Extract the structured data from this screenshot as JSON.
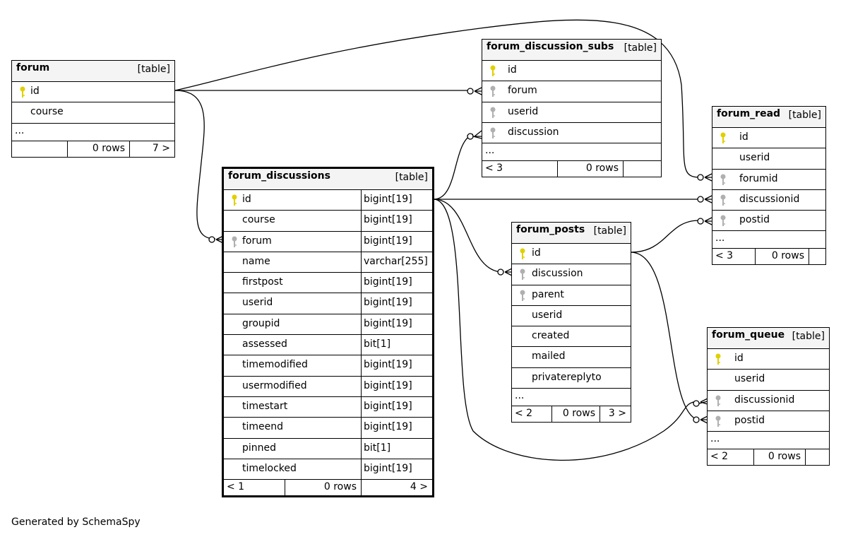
{
  "footer": "Generated by SchemaSpy",
  "colors": {
    "pk_key": "#e0d000",
    "fk_key": "#b0b0b0",
    "header_bg": "#f4f4f4"
  },
  "tables": {
    "forum": {
      "name": "forum",
      "type": "[table]",
      "columns": [
        {
          "name": "id",
          "key": "pk"
        },
        {
          "name": "course",
          "key": ""
        }
      ],
      "ellipsis": "...",
      "foot": {
        "left": "",
        "mid": "0 rows",
        "right": "7 >"
      }
    },
    "forum_discussion_subs": {
      "name": "forum_discussion_subs",
      "type": "[table]",
      "columns": [
        {
          "name": "id",
          "key": "pk"
        },
        {
          "name": "forum",
          "key": "fk"
        },
        {
          "name": "userid",
          "key": "fk"
        },
        {
          "name": "discussion",
          "key": "fk"
        }
      ],
      "ellipsis": "...",
      "foot": {
        "left": "< 3",
        "mid": "0 rows",
        "right": ""
      }
    },
    "forum_read": {
      "name": "forum_read",
      "type": "[table]",
      "columns": [
        {
          "name": "id",
          "key": "pk"
        },
        {
          "name": "userid",
          "key": ""
        },
        {
          "name": "forumid",
          "key": "fk"
        },
        {
          "name": "discussionid",
          "key": "fk"
        },
        {
          "name": "postid",
          "key": "fk"
        }
      ],
      "ellipsis": "...",
      "foot": {
        "left": "< 3",
        "mid": "0 rows",
        "right": ""
      }
    },
    "forum_discussions": {
      "name": "forum_discussions",
      "type": "[table]",
      "columns": [
        {
          "name": "id",
          "type": "bigint[19]",
          "key": "pk"
        },
        {
          "name": "course",
          "type": "bigint[19]",
          "key": ""
        },
        {
          "name": "forum",
          "type": "bigint[19]",
          "key": "fk"
        },
        {
          "name": "name",
          "type": "varchar[255]",
          "key": ""
        },
        {
          "name": "firstpost",
          "type": "bigint[19]",
          "key": ""
        },
        {
          "name": "userid",
          "type": "bigint[19]",
          "key": ""
        },
        {
          "name": "groupid",
          "type": "bigint[19]",
          "key": ""
        },
        {
          "name": "assessed",
          "type": "bit[1]",
          "key": ""
        },
        {
          "name": "timemodified",
          "type": "bigint[19]",
          "key": ""
        },
        {
          "name": "usermodified",
          "type": "bigint[19]",
          "key": ""
        },
        {
          "name": "timestart",
          "type": "bigint[19]",
          "key": ""
        },
        {
          "name": "timeend",
          "type": "bigint[19]",
          "key": ""
        },
        {
          "name": "pinned",
          "type": "bit[1]",
          "key": ""
        },
        {
          "name": "timelocked",
          "type": "bigint[19]",
          "key": ""
        }
      ],
      "foot": {
        "left": "< 1",
        "mid": "0 rows",
        "right": "4 >"
      }
    },
    "forum_posts": {
      "name": "forum_posts",
      "type": "[table]",
      "columns": [
        {
          "name": "id",
          "key": "pk"
        },
        {
          "name": "discussion",
          "key": "fk"
        },
        {
          "name": "parent",
          "key": "fk"
        },
        {
          "name": "userid",
          "key": ""
        },
        {
          "name": "created",
          "key": ""
        },
        {
          "name": "mailed",
          "key": ""
        },
        {
          "name": "privatereplyto",
          "key": ""
        }
      ],
      "ellipsis": "...",
      "foot": {
        "left": "< 2",
        "mid": "0 rows",
        "right": "3 >"
      }
    },
    "forum_queue": {
      "name": "forum_queue",
      "type": "[table]",
      "columns": [
        {
          "name": "id",
          "key": "pk"
        },
        {
          "name": "userid",
          "key": ""
        },
        {
          "name": "discussionid",
          "key": "fk"
        },
        {
          "name": "postid",
          "key": "fk"
        }
      ],
      "ellipsis": "...",
      "foot": {
        "left": "< 2",
        "mid": "0 rows",
        "right": ""
      }
    }
  }
}
